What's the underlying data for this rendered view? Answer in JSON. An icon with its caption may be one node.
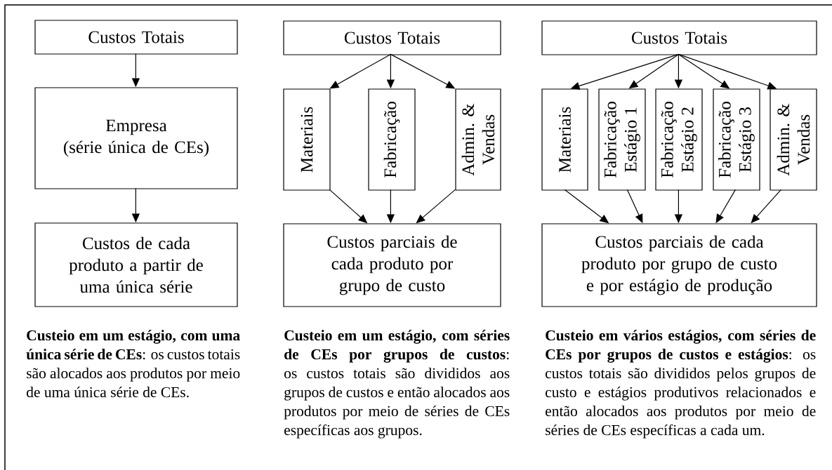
{
  "diagram": {
    "nodes": [
      {
        "text": [
          "Custos Totais"
        ]
      },
      {
        "text": [
          "Empresa",
          "(série única de CEs)"
        ]
      },
      {
        "text": [
          "Custos de cada produto a partir de uma única série"
        ]
      },
      {
        "text": [
          "Custos Totais"
        ]
      },
      {
        "text": [
          "Materiais"
        ]
      },
      {
        "text": [
          "Fabricação"
        ]
      },
      {
        "text": [
          "Admin. & Vendas"
        ]
      },
      {
        "text": [
          "Custos parciais de cada produto por grupo de custo"
        ]
      },
      {
        "text": [
          "Custos Totais"
        ]
      },
      {
        "text": [
          "Materiais"
        ]
      },
      {
        "text": [
          "Fabricação Estágio 1"
        ]
      },
      {
        "text": [
          "Fabricação Estágio 2"
        ]
      },
      {
        "text": [
          "Fabricação Estágio 3"
        ]
      },
      {
        "text": [
          "Admin. & Vendas"
        ]
      },
      {
        "text": [
          "Custos parciais de cada produto por grupo de custo e por estágio de produção"
        ]
      }
    ],
    "edges": [
      {
        "from": 0,
        "to": 1,
        "arrow": "to"
      },
      {
        "from": 1,
        "to": 2,
        "arrow": "to"
      },
      {
        "from": 3,
        "to": 4,
        "arrow": "to"
      },
      {
        "from": 3,
        "to": 5,
        "arrow": "to"
      },
      {
        "from": 3,
        "to": 6,
        "arrow": "to"
      },
      {
        "from": 4,
        "to": 7,
        "arrow": "to"
      },
      {
        "from": 5,
        "to": 7,
        "arrow": "to"
      },
      {
        "from": 6,
        "to": 7,
        "arrow": "to"
      },
      {
        "from": 8,
        "to": 9,
        "arrow": "to"
      },
      {
        "from": 8,
        "to": 10,
        "arrow": "to"
      },
      {
        "from": 8,
        "to": 11,
        "arrow": "to"
      },
      {
        "from": 8,
        "to": 12,
        "arrow": "to"
      },
      {
        "from": 8,
        "to": 13,
        "arrow": "to"
      },
      {
        "from": 9,
        "to": 14,
        "arrow": "to"
      },
      {
        "from": 10,
        "to": 14,
        "arrow": "to"
      },
      {
        "from": 11,
        "to": 14,
        "arrow": "to"
      },
      {
        "from": 12,
        "to": 14,
        "arrow": "to"
      },
      {
        "from": 13,
        "to": 14,
        "arrow": "to"
      }
    ],
    "labels": [
      "**Custeio em um estágio, com uma única série de CEs**: os custos totais são alocados aos produtos por meio de uma única série de CEs.",
      "**Custeio em um estágio, com séries de CEs por grupos de custos**: os custos totais são divididos aos grupos de custos e então alocados aos produtos por meio de séries de CEs específicas aos grupos.",
      "**Custeio em vários estágios, com séries de CEs por grupos de custos e estágios**: os custos totais são divididos pelos grupos de custo e estágios produtivos relacionados e então alocados aos produtos por meio de séries de CEs específicas a cada um."
    ]
  }
}
